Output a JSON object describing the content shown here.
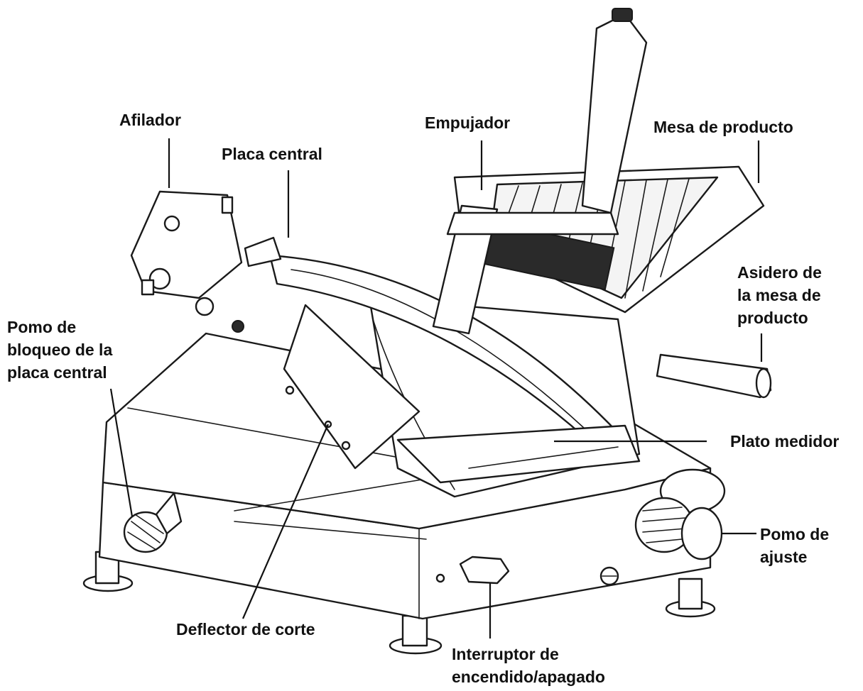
{
  "labels": {
    "afilador": "Afilador",
    "placa_central": "Placa central",
    "empujador": "Empujador",
    "mesa_producto": "Mesa de producto",
    "asidero": [
      "Asidero de",
      "la mesa de",
      "producto"
    ],
    "pomo_bloqueo": [
      "Pomo de",
      "bloqueo de la",
      "placa central"
    ],
    "plato_medidor": "Plato medidor",
    "pomo_ajuste": [
      "Pomo de",
      "ajuste"
    ],
    "deflector": "Deflector de corte",
    "interruptor": [
      "Interruptor de",
      "encendido/apagado"
    ]
  }
}
